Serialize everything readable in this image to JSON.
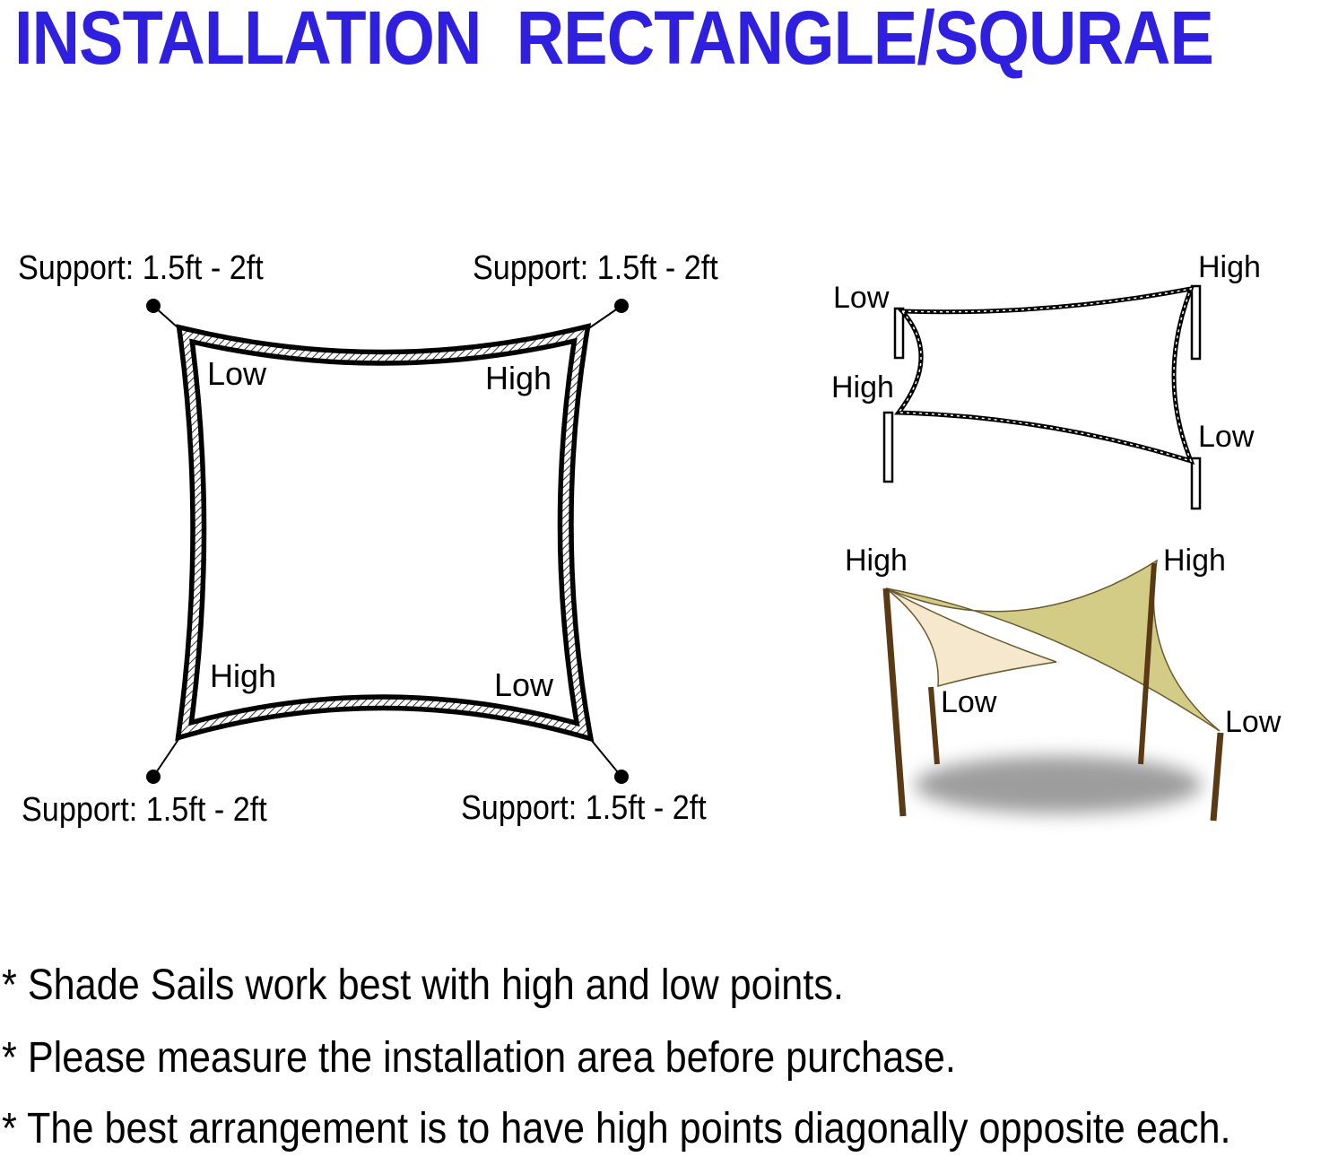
{
  "title": "INSTALLATION  RECTANGLE/SQURAE",
  "colors": {
    "title": "#2f20e0",
    "pole": "#5a3a14",
    "sail_front": "#d3cc86",
    "sail_back": "#f5e8cc",
    "shadow": "#8c8c8c"
  },
  "square_diagram": {
    "support_top_left": "Support: 1.5ft - 2ft",
    "support_top_right": "Support: 1.5ft - 2ft",
    "support_bottom_left": "Support: 1.5ft - 2ft",
    "support_bottom_right": "Support: 1.5ft - 2ft",
    "corner_top_left": "Low",
    "corner_top_right": "High",
    "corner_bottom_left": "High",
    "corner_bottom_right": "Low"
  },
  "outline_diagram": {
    "left_top": "Low",
    "left_bottom": "High",
    "right_top": "High",
    "right_bottom": "Low"
  },
  "sail_diagram": {
    "left_top": "High",
    "right_top": "High",
    "middle": "Low",
    "right_bottom": "Low"
  },
  "notes": [
    "* Shade Sails work best with high and low points.",
    "* Please measure the installation area before purchase.",
    "* The best arrangement is to have high points diagonally opposite each."
  ]
}
